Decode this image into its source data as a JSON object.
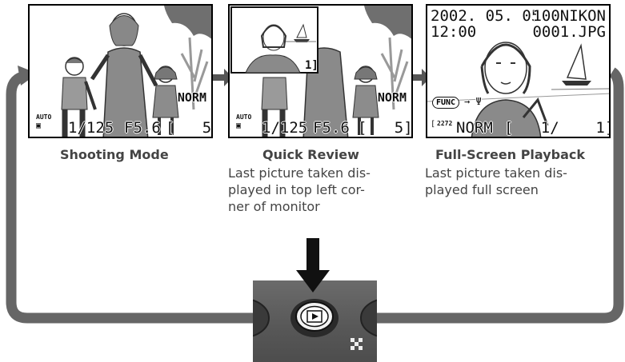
{
  "screens": [
    {
      "id": "shooting-mode",
      "osd": {
        "shutter": "1/125",
        "aperture": "F5.6",
        "exposures": "[   5]",
        "quality": "NORM",
        "auto_badge": "AUTO"
      }
    },
    {
      "id": "quick-review",
      "osd": {
        "shutter": "1/125",
        "aperture": "F5.6",
        "exposures": "[   5]",
        "quality": "NORM",
        "auto_badge": "AUTO",
        "thumb_counter": "1]"
      }
    },
    {
      "id": "full-screen-playback",
      "osd": {
        "date": "2002. 05. 05",
        "time": "12:00",
        "folder": "100NIKON",
        "file": "0001.JPG",
        "func_badge": "FUNC",
        "image_size": "2272",
        "quality": "NORM",
        "frame_counter": "[   1/    1]"
      }
    }
  ],
  "captions": [
    {
      "title": "Shooting Mode",
      "body": []
    },
    {
      "title": "Quick Review",
      "body": [
        "Last picture taken dis-",
        "played in top left cor-",
        "ner of monitor"
      ]
    },
    {
      "title": "Full-Screen Playback",
      "body": [
        "Last picture taken dis-",
        "played full screen"
      ]
    }
  ],
  "icons": {
    "playback_button": "play-triangle-icon",
    "flow_arrow": "arrow-right-icon",
    "press_arrow": "arrow-down-icon"
  },
  "colors": {
    "loop": "#666666",
    "panel": "#5a5a5a",
    "osd_text": "#111111"
  }
}
